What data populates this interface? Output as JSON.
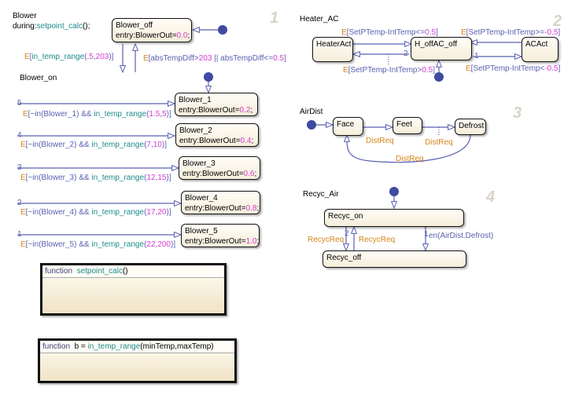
{
  "charts": {
    "blower": {
      "name": "Blower",
      "order": "1",
      "during_prefix": "during:",
      "during_fn": "setpoint_calc",
      "during_suffix": "();",
      "blower_off": {
        "name": "Blower_off",
        "entry_prefix": "entry:BlowerOut=",
        "entry_value": "0.0",
        "entry_suffix": ";"
      },
      "to_on_transition": {
        "event": "E",
        "open": "[",
        "fn": "in_temp_range",
        "args_open": "(",
        "arg1": ".5",
        "sep": ",",
        "arg2": "203",
        "args_close": ")",
        "close": "]"
      },
      "to_off_transition": {
        "event": "E",
        "open": "[",
        "cond1": "absTempDiff>",
        "val1": "203",
        "mid": " || absTempDiff<=",
        "val2": "0.5",
        "close": "]"
      },
      "blower_on": {
        "name": "Blower_on",
        "substates": [
          {
            "name": "Blower_1",
            "entry_prefix": "entry:BlowerOut=",
            "entry_value": "0.2",
            "entry_suffix": ";",
            "priority": "5",
            "guard_state": "Blower_1",
            "range_min": "1.5",
            "range_max": "5"
          },
          {
            "name": "Blower_2",
            "entry_prefix": "entry:BlowerOut=",
            "entry_value": "0.4",
            "entry_suffix": ";",
            "priority": "4",
            "guard_state": "Blower_2",
            "range_min": "7",
            "range_max": "10"
          },
          {
            "name": "Blower_3",
            "entry_prefix": "entry:BlowerOut=",
            "entry_value": "0.6",
            "entry_suffix": ";",
            "priority": "3",
            "guard_state": "Blower_3",
            "range_min": "12",
            "range_max": "15"
          },
          {
            "name": "Blower_4",
            "entry_prefix": "entry:BlowerOut=",
            "entry_value": "0.8",
            "entry_suffix": ";",
            "priority": "2",
            "guard_state": "Blower_4",
            "range_min": "17",
            "range_max": "20"
          },
          {
            "name": "Blower_5",
            "entry_prefix": "entry:BlowerOut=",
            "entry_value": "1.0",
            "entry_suffix": ";",
            "priority": "1",
            "guard_state": "Blower_5",
            "range_min": "22",
            "range_max": "200"
          }
        ],
        "guard_event": "E",
        "guard_prefix": "[~in(",
        "guard_mid": ") && ",
        "guard_fn": "in_temp_range",
        "guard_open": "(",
        "guard_sep": ",",
        "guard_close": ")]"
      },
      "functions": [
        {
          "keyword": "function",
          "lhs": "",
          "name": "setpoint_calc",
          "args": "()"
        },
        {
          "keyword": "function",
          "lhs": "b = ",
          "name": "in_temp_range",
          "args": "(minTemp,maxTemp)"
        }
      ]
    },
    "heater_ac": {
      "name": "Heater_AC",
      "order": "2",
      "states": {
        "heater": "HeaterAct",
        "off": "H_offAC_off",
        "ac": "ACAct"
      },
      "transitions": {
        "heater_to_off": {
          "event": "E",
          "cond": "[SetPTemp-IntTemp<=",
          "value": "0.5",
          "close": "]"
        },
        "ac_to_off": {
          "event": "E",
          "cond": "[SetPTemp-IntTemp>=",
          "value": "-0.5",
          "close": "]"
        },
        "off_to_heater": {
          "event": "E",
          "cond": "[SetPTemp-IntTemp>",
          "value": "0.5",
          "close": "]",
          "priority": "2"
        },
        "off_to_ac": {
          "event": "E",
          "cond": "[SetPTemp-IntTemp<",
          "value": "-0.5",
          "close": "]",
          "priority": "1"
        }
      }
    },
    "airdist": {
      "name": "AirDist",
      "order": "3",
      "states": [
        "Face",
        "Feet",
        "Defrost"
      ],
      "transition_label": "DistReq"
    },
    "recyc_air": {
      "name": "Recyc_Air",
      "order": "4",
      "states": {
        "on": "Recyc_on",
        "off": "Recyc_off"
      },
      "transitions": {
        "on_to_off": {
          "label": "RecycReq",
          "priority": "2"
        },
        "off_to_on": {
          "label": "RecycReq"
        },
        "defrost": {
          "label": "en(AirDist.Defrost)",
          "priority": "1"
        }
      }
    }
  },
  "colors": {
    "wire": "#5a5fb0",
    "junction": "#3f4aa0",
    "event": "#d4861a",
    "function": "#1d8a8a",
    "number": "#d63ad6"
  }
}
